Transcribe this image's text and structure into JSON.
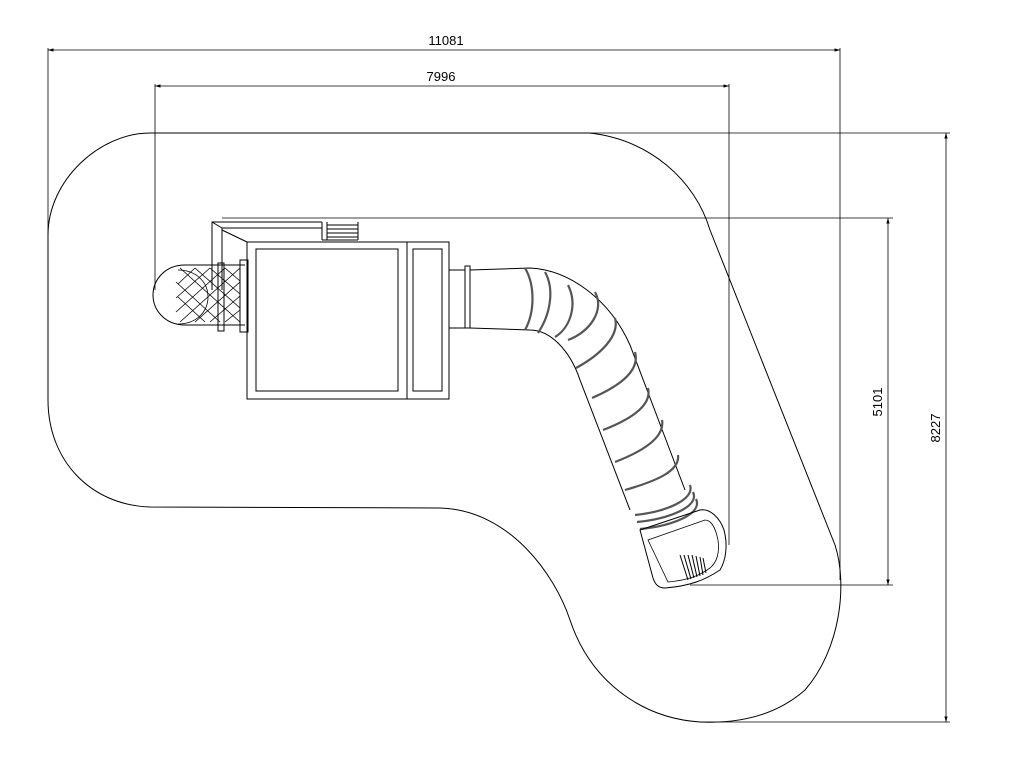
{
  "dimensions": {
    "overall_width": "11081",
    "structure_width": "7996",
    "structure_depth": "5101",
    "overall_depth": "8227"
  },
  "colors": {
    "line": "#000000",
    "background": "#ffffff"
  }
}
